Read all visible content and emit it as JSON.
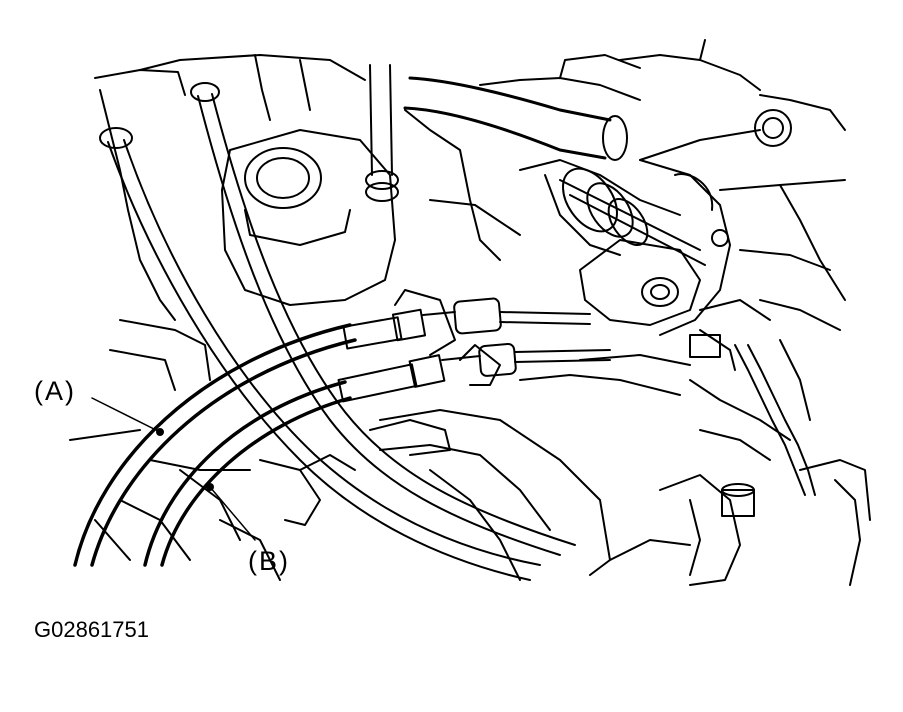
{
  "diagram": {
    "callouts": {
      "a": "(A)",
      "b": "(B)"
    },
    "figure_id": "G02861751",
    "colors": {
      "line": "#000000",
      "background": "#ffffff"
    }
  }
}
